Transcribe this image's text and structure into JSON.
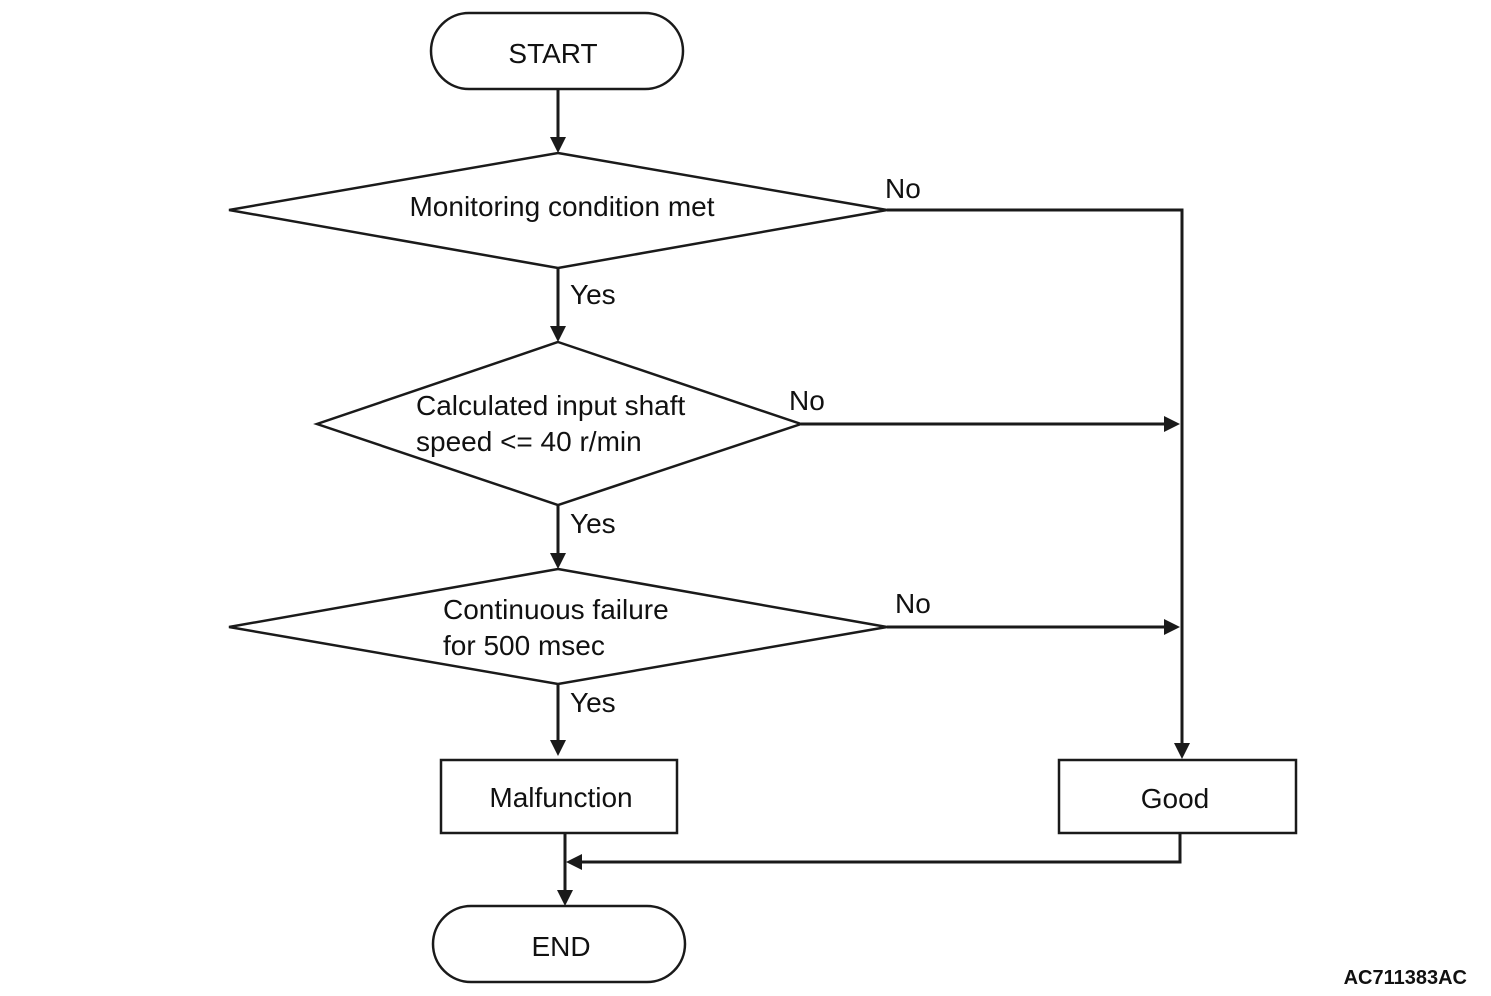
{
  "nodes": {
    "start": "START",
    "decision1": "Monitoring condition met",
    "decision2": [
      "Calculated input shaft",
      "speed <= 40 r/min"
    ],
    "decision3": [
      "Continuous failure",
      "for 500 msec"
    ],
    "malfunction": "Malfunction",
    "good": "Good",
    "end": "END"
  },
  "labels": {
    "yes": "Yes",
    "no": "No"
  },
  "figure_code": "AC711383AC"
}
